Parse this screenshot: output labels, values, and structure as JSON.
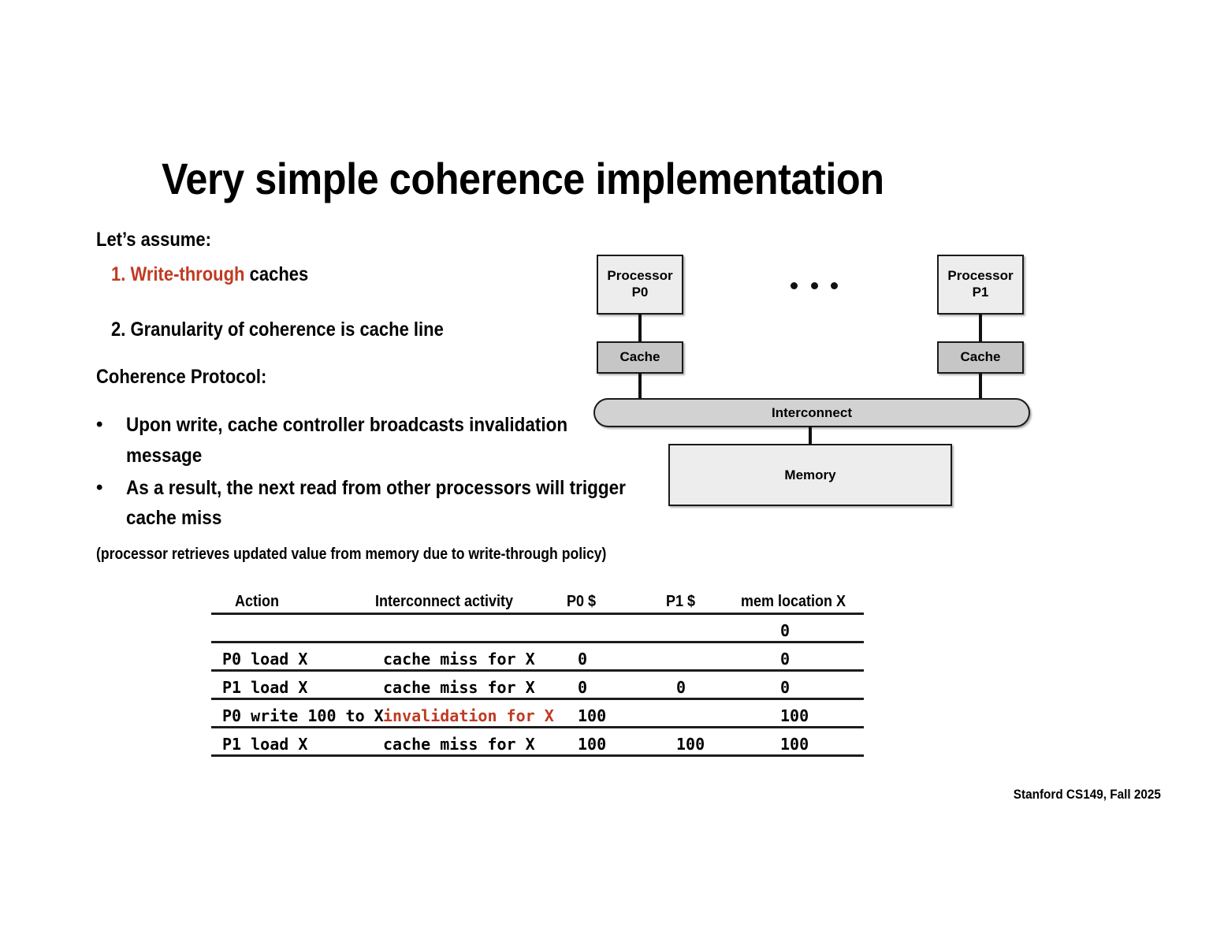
{
  "slide": {
    "title": "Very simple coherence implementation",
    "footer": "Stanford CS149, Fall 2025",
    "accent_red": "#C03A22"
  },
  "assumptions": {
    "heading": "Let’s assume:",
    "item1_number": "1.",
    "item1_highlight": "Write-through",
    "item1_rest": " caches",
    "item2": "2.  Granularity of coherence is cache line"
  },
  "protocol": {
    "heading": "Coherence Protocol:",
    "bullet_marker": "•",
    "bullets": [
      "Upon write, cache controller broadcasts invalidation message",
      "As a result, the next read from other processors will trigger cache miss"
    ],
    "note": "(processor retrieves updated value from memory due to write-through policy)"
  },
  "diagram": {
    "processor0_line1": "Processor",
    "processor0_line2": "P0",
    "processor1_line1": "Processor",
    "processor1_line2": "P1",
    "cache0": "Cache",
    "cache1": "Cache",
    "interconnect": "Interconnect",
    "memory": "Memory",
    "ellipsis": "• • •",
    "colors": {
      "processor_fill": "#EDEDED",
      "cache_fill": "#C6C6C6",
      "interconnect_fill": "#D2D2D2",
      "memory_fill": "#EDEDED",
      "stroke": "#1a1a1a"
    }
  },
  "table": {
    "headers": {
      "action": "Action",
      "interconnect": "Interconnect activity",
      "p0": "P0 $",
      "p1": "P1 $",
      "mem": "mem location X"
    },
    "rows": [
      {
        "action": "",
        "interconnect": "",
        "interconnect_red": false,
        "p0": "",
        "p1": "",
        "mem": "0"
      },
      {
        "action": "P0 load X",
        "interconnect": "cache miss for X",
        "interconnect_red": false,
        "p0": "0",
        "p1": "",
        "mem": "0"
      },
      {
        "action": "P1 load X",
        "interconnect": "cache miss for X",
        "interconnect_red": false,
        "p0": "0",
        "p1": "0",
        "mem": "0"
      },
      {
        "action": "P0 write 100 to X",
        "interconnect": "invalidation for X",
        "interconnect_red": true,
        "p0": "100",
        "p1": "",
        "mem": "100"
      },
      {
        "action": "P1 load X",
        "interconnect": "cache miss for X",
        "interconnect_red": false,
        "p0": "100",
        "p1": "100",
        "mem": "100"
      }
    ]
  }
}
